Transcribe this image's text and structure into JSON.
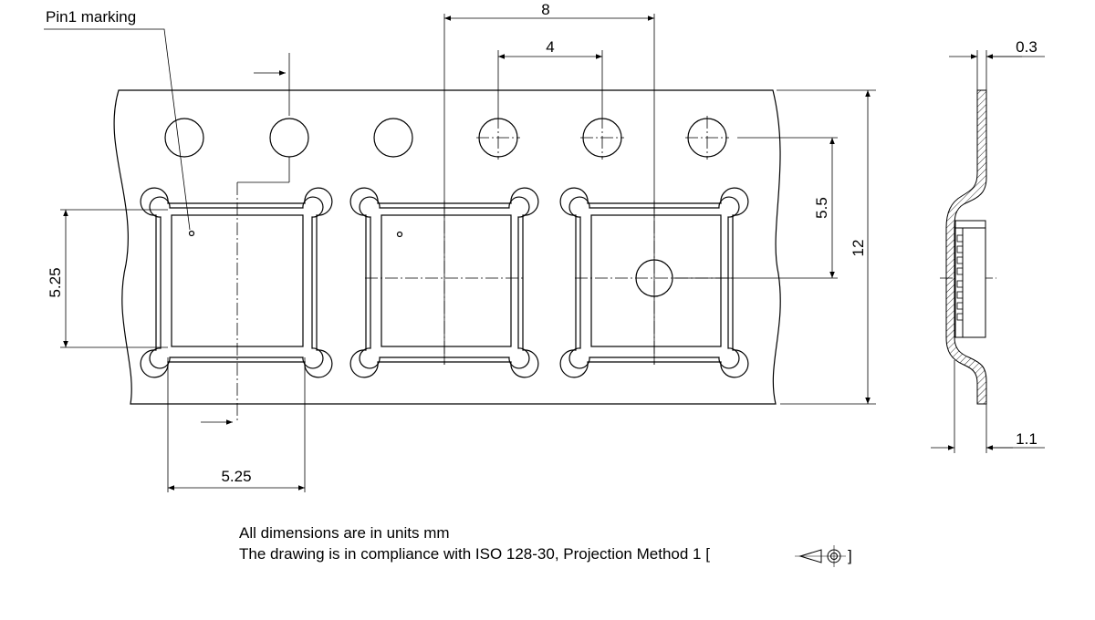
{
  "drawing": {
    "pin1_label": "Pin1 marking",
    "dimensions": {
      "pitch_8": "8",
      "sprocket_pitch_4": "4",
      "thickness_0_3": "0.3",
      "pocket_offset_5_5": "5.5",
      "tape_width_12": "12",
      "pocket_height_5_25": "5.25",
      "pocket_width_5_25": "5.25",
      "pocket_depth_1_1": "1.1"
    },
    "notes": {
      "units": "All dimensions are in units mm",
      "compliance": "The drawing is in compliance with ISO 128-30, Projection Method 1 ["
    },
    "closing_bracket": "]",
    "projection_symbol": "first-angle-projection-icon"
  }
}
